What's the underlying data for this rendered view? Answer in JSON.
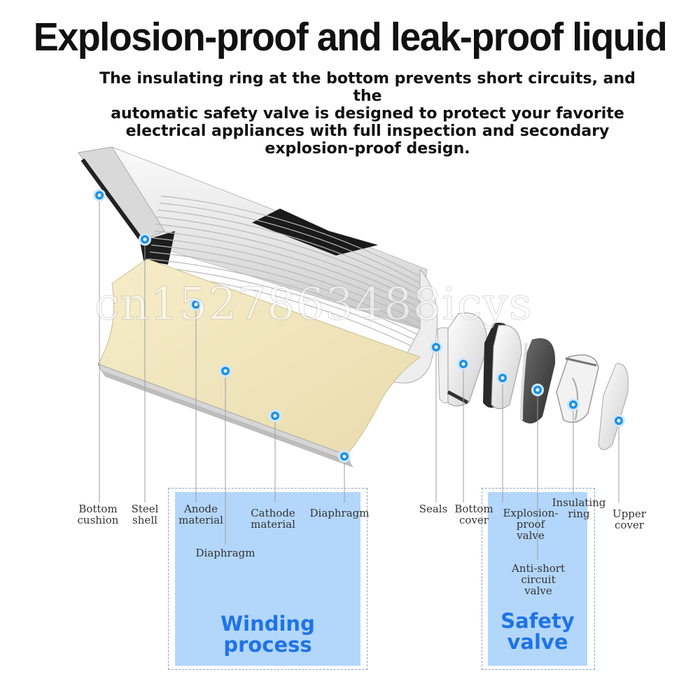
{
  "header": {
    "title": "Explosion-proof and leak-proof liquid",
    "subtitle_lines": [
      "The insulating ring at the bottom prevents short circuits, and the",
      "automatic safety valve is designed to protect your favorite",
      "electrical appliances with full inspection and secondary",
      "explosion-proof design."
    ]
  },
  "watermark": "cn1527863488icys",
  "labels": {
    "bottom_cushion": [
      "Bottom",
      "cushion"
    ],
    "steel_shell": [
      "Steel",
      "shell"
    ],
    "anode_material": [
      "Anode",
      "material"
    ],
    "diaphragm_a": "Diaphragm",
    "cathode_material": [
      "Cathode",
      "material"
    ],
    "diaphragm_b": "Diaphragm",
    "seals": "Seals",
    "bottom_cover": [
      "Bottom",
      "cover"
    ],
    "explosion_proof_valve": [
      "Explosion-",
      "proof",
      "valve"
    ],
    "insulating_ring": [
      "Insulating",
      "ring"
    ],
    "upper_cover": [
      "Upper",
      "cover"
    ],
    "anti_short_circuit_valve": [
      "Anti-short",
      "circuit",
      "valve"
    ]
  },
  "boxes": {
    "winding_title": "Winding process",
    "safety_title": [
      "Safety",
      "valve"
    ]
  },
  "colors": {
    "marker_blue": "#1e90e6",
    "box_fill": "#b3d6fb",
    "box_text": "#1f73e8",
    "anode_sheet": "#f1e6bf"
  }
}
